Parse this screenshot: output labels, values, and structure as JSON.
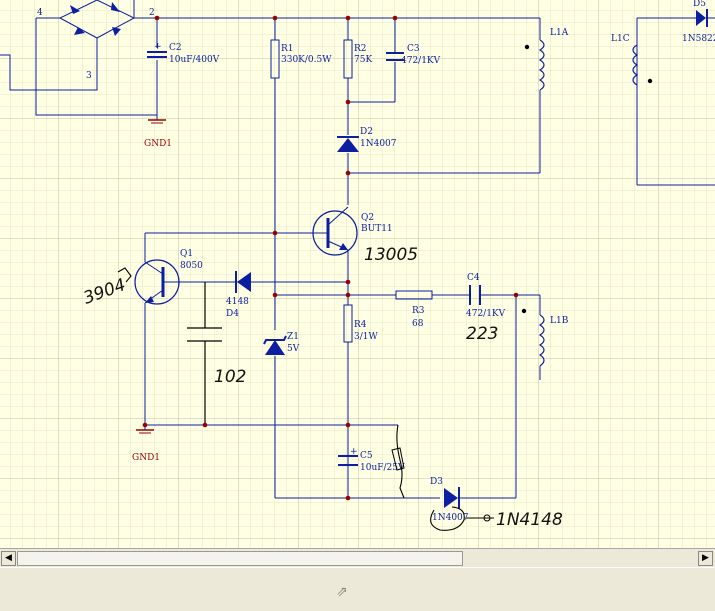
{
  "schematic": {
    "node_labels": {
      "n4": "4",
      "n2": "2",
      "n3": "3"
    },
    "grounds": {
      "top": "GND1",
      "bottom": "GND1"
    },
    "parts": {
      "C2": {
        "ref": "C2",
        "value": "10uF/400V",
        "polarity": "+"
      },
      "R1": {
        "ref": "R1",
        "value": "330K/0.5W"
      },
      "R2": {
        "ref": "R2",
        "value": "75K"
      },
      "C3": {
        "ref": "C3",
        "value": "472/1KV"
      },
      "L1A": {
        "ref": "L1A"
      },
      "L1C": {
        "ref": "L1C"
      },
      "D5": {
        "ref": "D5",
        "value": "1N5822"
      },
      "D2": {
        "ref": "D2",
        "value": "1N4007"
      },
      "Q2": {
        "ref": "Q2",
        "value": "BUT11"
      },
      "Q1": {
        "ref": "Q1",
        "value": "8050"
      },
      "D4": {
        "ref": "D4",
        "value": "4148"
      },
      "R3": {
        "ref": "R3",
        "value": "68"
      },
      "C4": {
        "ref": "C4",
        "value": "472/1KV"
      },
      "L1B": {
        "ref": "L1B"
      },
      "R4": {
        "ref": "R4",
        "value": "3/1W"
      },
      "Z1": {
        "ref": "Z1",
        "value": "5V"
      },
      "C5": {
        "ref": "C5",
        "value": "10uF/25V",
        "polarity": "+"
      },
      "D3": {
        "ref": "D3",
        "value": "1N4007"
      }
    },
    "handwritten": {
      "q2_note": "13005",
      "q1_note": "3904",
      "cap_note": "102",
      "c4_note": "223",
      "d3_note": "1N4148"
    }
  },
  "colors": {
    "canvas": "#ffffe4",
    "wire": "#0c1fa0",
    "ground_label": "#990000",
    "chrome": "#ece9d8"
  },
  "icons": {
    "scroll_left": "arrow-left-icon",
    "scroll_right": "arrow-right-icon",
    "grip": "resize-grip-icon"
  }
}
